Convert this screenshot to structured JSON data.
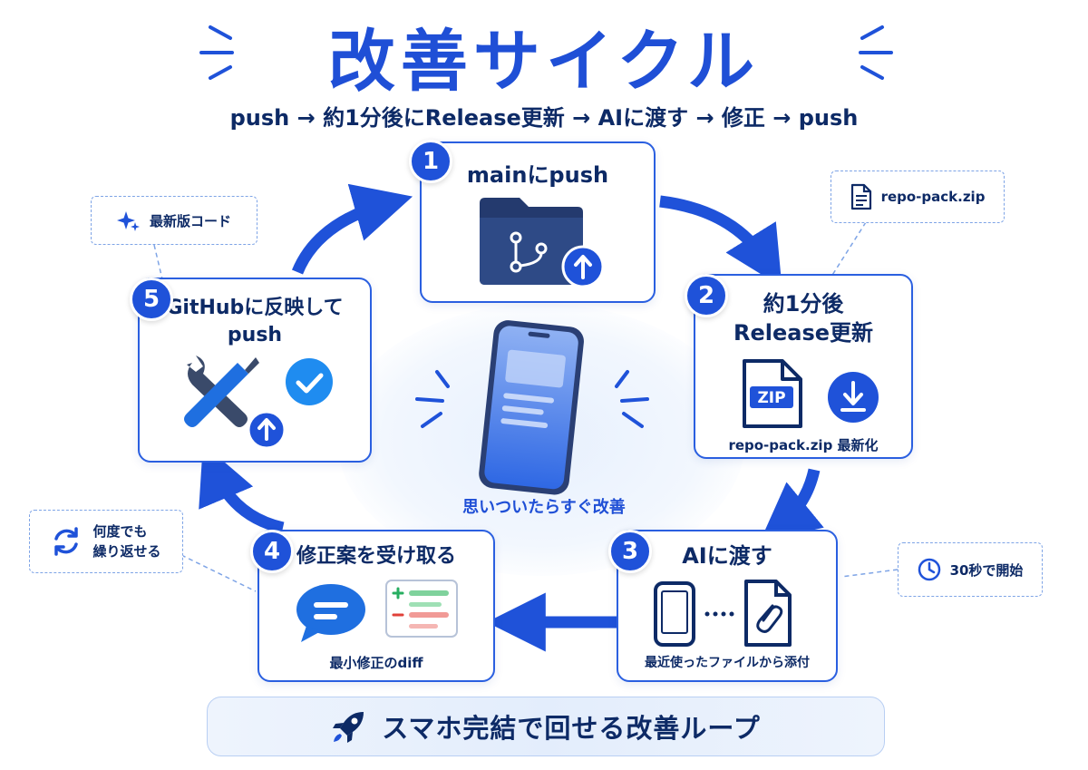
{
  "title": "改善サイクル",
  "subtitle": "push → 約1分後にRelease更新 → AIに渡す → 修正 → push",
  "steps": [
    {
      "number": "1",
      "title": "mainにpush"
    },
    {
      "number": "2",
      "title_line1": "約1分後",
      "title_line2": "Release更新",
      "caption": "repo-pack.zip 最新化",
      "file_label": "ZIP"
    },
    {
      "number": "3",
      "title": "AIに渡す",
      "caption": "最近使ったファイルから添付"
    },
    {
      "number": "4",
      "title": "修正案を受け取る",
      "caption": "最小修正のdiff"
    },
    {
      "number": "5",
      "title_line1": "GitHubに反映して",
      "title_line2": "push"
    }
  ],
  "notes": {
    "latest_code": "最新版コード",
    "repo_pack": "repo-pack.zip",
    "start_time": "30秒で開始",
    "repeat_line1": "何度でも",
    "repeat_line2": "繰り返せる"
  },
  "center_caption": "思いついたらすぐ改善",
  "banner": "スマホ完結で回せる改善ループ",
  "colors": {
    "primary": "#1f52d9",
    "navy": "#0d2a66",
    "green": "#27ae60",
    "red": "#e0413a"
  }
}
